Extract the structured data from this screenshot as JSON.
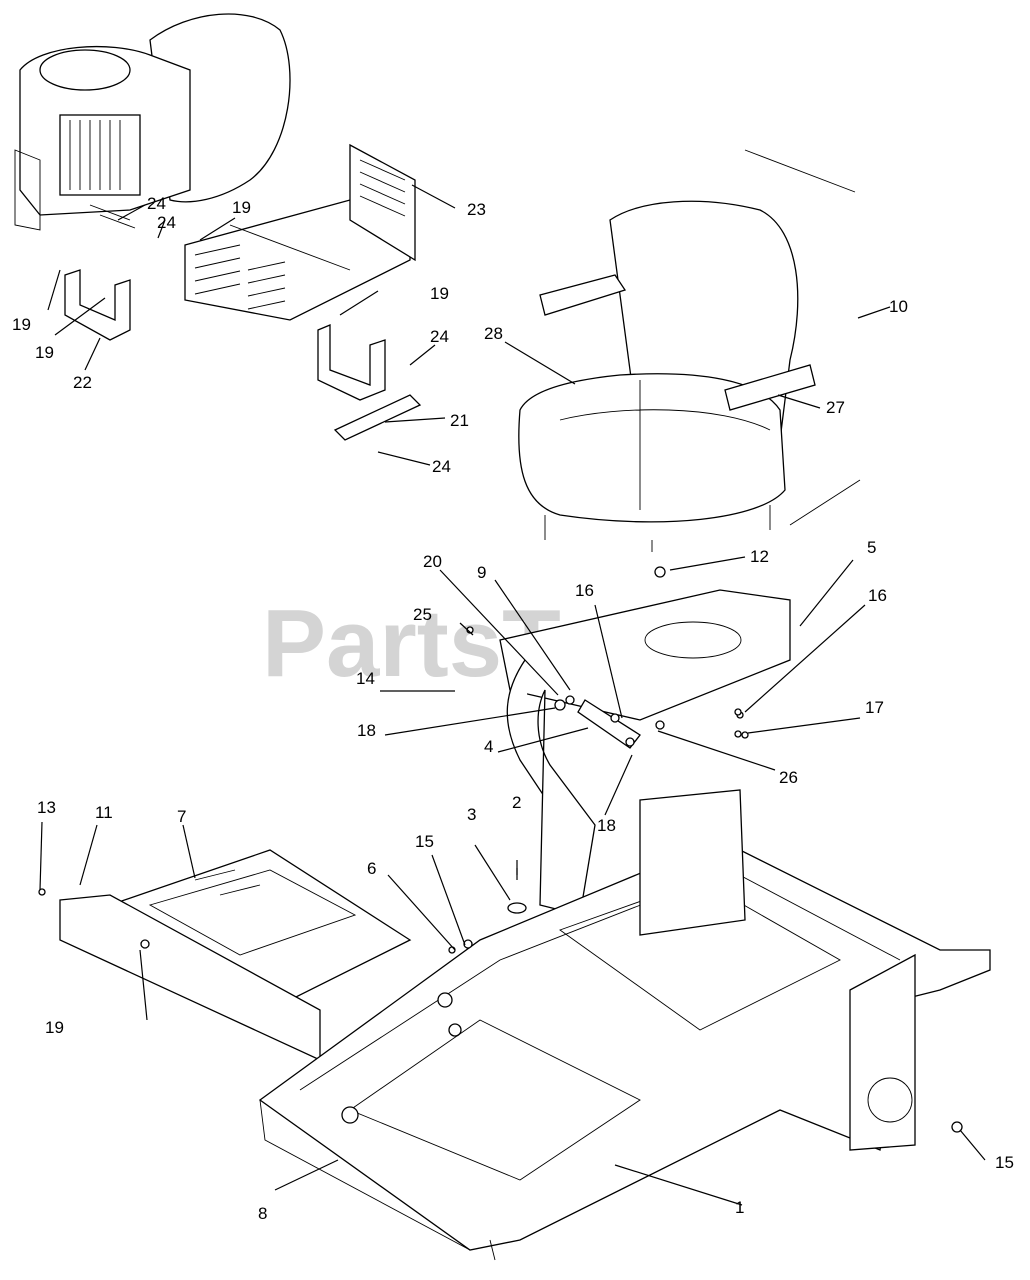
{
  "watermark": {
    "text": "PartsTree",
    "mark": "™"
  },
  "callouts": {
    "c1": "1",
    "c2": "2",
    "c3": "3",
    "c4": "4",
    "c5": "5",
    "c6": "6",
    "c7": "7",
    "c8": "8",
    "c9": "9",
    "c10": "10",
    "c11": "11",
    "c12": "12",
    "c13": "13",
    "c14": "14",
    "c15a": "15",
    "c15b": "15",
    "c16a": "16",
    "c16b": "16",
    "c17": "17",
    "c18a": "18",
    "c18b": "18",
    "c19a": "19",
    "c19b": "19",
    "c19c": "19",
    "c19d": "19",
    "c19e": "19",
    "c20": "20",
    "c21": "21",
    "c22": "22",
    "c23": "23",
    "c24a": "24",
    "c24b": "24",
    "c24c": "24",
    "c24d": "24",
    "c25": "25",
    "c26": "26",
    "c27": "27",
    "c28": "28"
  }
}
